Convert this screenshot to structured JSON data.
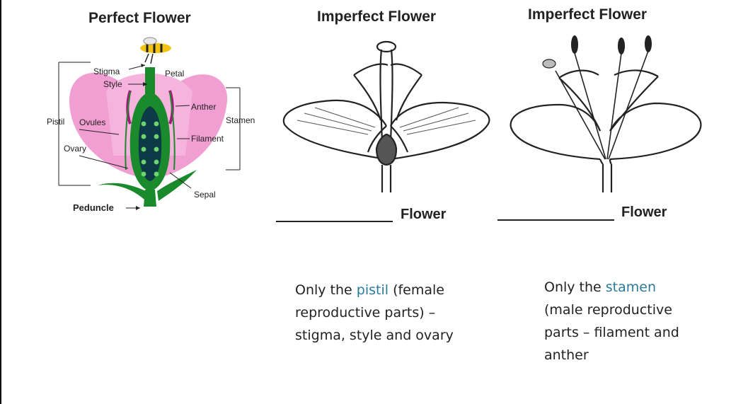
{
  "panels": [
    {
      "title": "Perfect Flower"
    },
    {
      "title": "Imperfect Flower",
      "blank_label": "Flower"
    },
    {
      "title": "Imperfect Flower",
      "blank_label": "Flower"
    }
  ],
  "perfect_labels": {
    "stigma": "Stigma",
    "style": "Style",
    "petal": "Petal",
    "anther": "Anther",
    "stamen": "Stamen",
    "pistil": "Pistil",
    "ovules": "Ovules",
    "filament": "Filament",
    "ovary": "Ovary",
    "sepal": "Sepal",
    "peduncle": "Peduncle"
  },
  "captions": {
    "female": {
      "pre": "Only the ",
      "highlight": "pistil",
      "rest": " (female reproductive parts) – stigma, style and ovary"
    },
    "male": {
      "pre": "Only the ",
      "highlight": "stamen",
      "rest": " (male reproductive parts – filament and anther"
    }
  },
  "colors": {
    "petal": "#f19ed2",
    "pistil": "#1b8a2c",
    "ovary_dark": "#0c3b47",
    "stamen": "#a3197a",
    "highlight": "#2a7a9c"
  }
}
